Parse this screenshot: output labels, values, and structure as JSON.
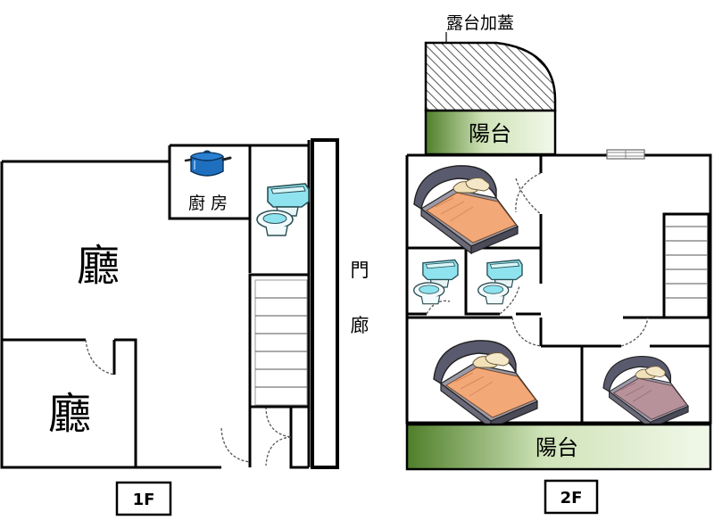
{
  "floor_1": {
    "kitchen_label": "廚 房",
    "living_room_top_label": "廳",
    "living_room_bottom_label": "廳",
    "corridor_label_char1": "門",
    "corridor_label_char2": "廊",
    "floor_tag": "1F"
  },
  "floor_2": {
    "roof_addition_label": "露台加蓋",
    "balcony_top_label": "陽台",
    "balcony_bottom_label": "陽台",
    "floor_tag": "2F"
  },
  "colors": {
    "balcony_green_dark": "#4f7f2a",
    "balcony_green_light": "#f2f8ea",
    "pot_blue": "#1f6fbf",
    "toilet_cyan": "#8fe3ef",
    "bed_frame": "#5a5a6e",
    "bed_blanket_orange": "#f3a878",
    "bed_blanket_mauve": "#b7929a"
  }
}
